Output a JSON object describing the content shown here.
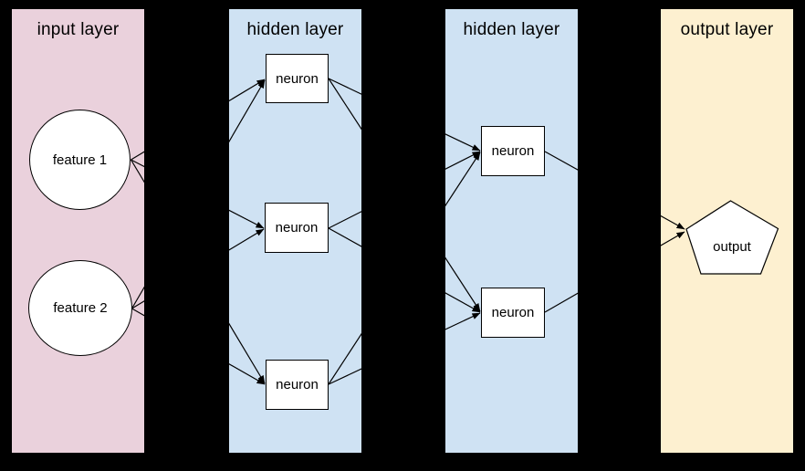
{
  "colors": {
    "background": "#000000",
    "input_layer_fill": "#ead1dc",
    "hidden_layer_fill": "#cfe2f3",
    "output_layer_fill": "#fdf0d0",
    "node_fill": "#ffffff",
    "stroke": "#000000"
  },
  "layers": [
    {
      "id": "input",
      "label": "input layer",
      "nodes": [
        {
          "id": "f1",
          "label": "feature 1",
          "shape": "circle"
        },
        {
          "id": "f2",
          "label": "feature 2",
          "shape": "circle"
        }
      ]
    },
    {
      "id": "hidden1",
      "label": "hidden layer",
      "nodes": [
        {
          "id": "h1n1",
          "label": "neuron",
          "shape": "rect"
        },
        {
          "id": "h1n2",
          "label": "neuron",
          "shape": "rect"
        },
        {
          "id": "h1n3",
          "label": "neuron",
          "shape": "rect"
        }
      ]
    },
    {
      "id": "hidden2",
      "label": "hidden layer",
      "nodes": [
        {
          "id": "h2n1",
          "label": "neuron",
          "shape": "rect"
        },
        {
          "id": "h2n2",
          "label": "neuron",
          "shape": "rect"
        }
      ]
    },
    {
      "id": "output",
      "label": "output layer",
      "nodes": [
        {
          "id": "out",
          "label": "output",
          "shape": "pentagon"
        }
      ]
    }
  ],
  "connections": [
    {
      "from": "f1",
      "to": "h1n1"
    },
    {
      "from": "f1",
      "to": "h1n2"
    },
    {
      "from": "f1",
      "to": "h1n3"
    },
    {
      "from": "f2",
      "to": "h1n1"
    },
    {
      "from": "f2",
      "to": "h1n2"
    },
    {
      "from": "f2",
      "to": "h1n3"
    },
    {
      "from": "h1n1",
      "to": "h2n1"
    },
    {
      "from": "h1n1",
      "to": "h2n2"
    },
    {
      "from": "h1n2",
      "to": "h2n1"
    },
    {
      "from": "h1n2",
      "to": "h2n2"
    },
    {
      "from": "h1n3",
      "to": "h2n1"
    },
    {
      "from": "h1n3",
      "to": "h2n2"
    },
    {
      "from": "h2n1",
      "to": "out"
    },
    {
      "from": "h2n2",
      "to": "out"
    }
  ]
}
